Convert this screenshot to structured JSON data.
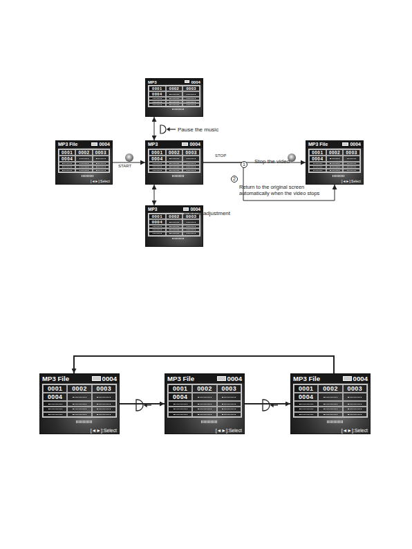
{
  "diagram": {
    "nodes": [
      {
        "text": [
          "MP3",
          "0004",
          "0001",
          "0002",
          "0003",
          "0004"
        ]
      },
      {
        "text": [
          "MP3 File",
          "0004",
          "0001",
          "0002",
          "0003",
          "0004",
          "[◄►]:Select"
        ]
      },
      {
        "text": [
          "MP3",
          "0004",
          "0001",
          "0002",
          "0003",
          "0004"
        ]
      },
      {
        "text": [
          "MP3",
          "0004",
          "0001",
          "0002",
          "0003",
          "0004"
        ]
      },
      {
        "text": [
          "MP3 File",
          "0004",
          "0001",
          "0002",
          "0003",
          "0004",
          "[◄►]:Select"
        ]
      },
      {
        "text": [
          "MP3 File",
          "0004",
          "0001",
          "0002",
          "0003",
          "0004",
          "[◄►]:Select"
        ]
      },
      {
        "text": [
          "MP3 File",
          "0004",
          "0001",
          "0002",
          "0003",
          "0004",
          "[◄►]:Select"
        ]
      },
      {
        "text": [
          "MP3 File",
          "0004",
          "0001",
          "0002",
          "0003",
          "0004",
          "[◄►]:Select"
        ]
      }
    ],
    "edges": [
      {
        "from": 1,
        "to": 2,
        "arrow": "to",
        "label": "START"
      },
      {
        "from": 2,
        "to": 0,
        "arrow": "both",
        "label": "Pause the music"
      },
      {
        "from": 2,
        "to": 3,
        "arrow": "both",
        "label": "Volume adjustment"
      },
      {
        "from": 2,
        "to": 4,
        "arrow": "to",
        "label": "Stop the video"
      },
      {
        "from": 2,
        "to": 4,
        "arrow": "to",
        "label": "Return to the original screen automatically when the video stops"
      },
      {
        "from": 5,
        "to": 6,
        "arrow": "to"
      },
      {
        "from": 6,
        "to": 7,
        "arrow": "to"
      },
      {
        "from": 7,
        "to": 5,
        "arrow": "to"
      }
    ],
    "labels": [
      "STOP",
      "1",
      "2"
    ]
  }
}
